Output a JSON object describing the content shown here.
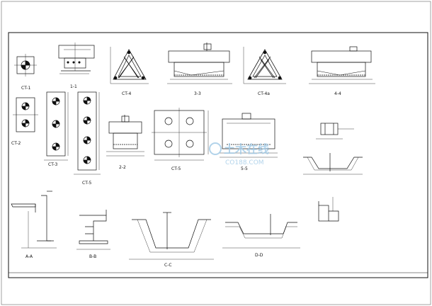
{
  "details": {
    "ct1": "CT-1",
    "ct2": "CT-2",
    "ct3": "CT-3",
    "ct4": "CT-4",
    "ct5": "CT-5",
    "s1_1": "1-1",
    "s2_2": "2-2",
    "s3_3": "3-3",
    "s4_4": "4-4",
    "s5_5": "5-5",
    "cta": "CT-4a",
    "sA": "A-A",
    "sB": "B-B",
    "sC": "C-C",
    "sD": "D-D"
  },
  "watermark": {
    "brand": "土木在线",
    "domain": "CO188.COM"
  },
  "colors": {
    "ink": "#111111",
    "watermark": "#9fc9e6"
  }
}
